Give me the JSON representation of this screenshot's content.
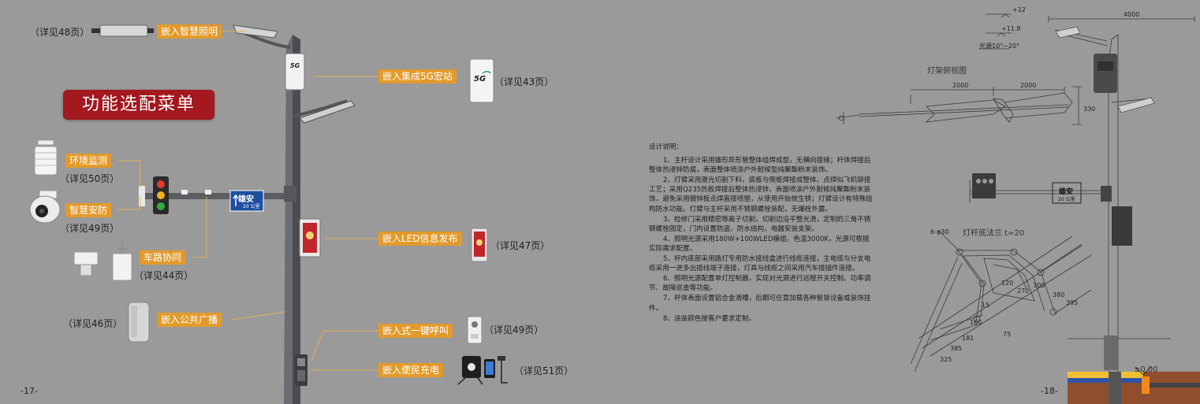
{
  "left_page": {
    "menu_title": "功能选配菜单",
    "page_number": "-17-",
    "features": {
      "lighting": {
        "label": "嵌入智慧照明",
        "ref": "（详见48页）"
      },
      "station5g": {
        "label": "嵌入集成5G宏站",
        "ref": "（详见43页）"
      },
      "env": {
        "label": "环境监测",
        "ref": "（详见50页）"
      },
      "security": {
        "label": "智慧安防",
        "ref": "（详见49页）"
      },
      "v2x": {
        "label": "车路协同",
        "ref": "（详见44页）"
      },
      "led": {
        "label": "嵌入LED信息发布",
        "ref": "（详见47页）"
      },
      "broadcast": {
        "label": "嵌入公共广播",
        "ref": "（详见46页）"
      },
      "call": {
        "label": "嵌入式一键呼叫",
        "ref": "（详见49页）"
      },
      "charging": {
        "label": "嵌入便民充电",
        "ref": "（详见51页）"
      }
    },
    "pole_sign": {
      "name": "雄安",
      "distance": "20 公里"
    },
    "module_5g_text": "5G"
  },
  "right_page": {
    "page_number": "-18-",
    "top_view_title": "灯架俯视图",
    "flange_title": "灯杆底法兰 t=20",
    "design_notes": {
      "title": "设计说明：",
      "items": [
        "1、主杆设计采用锥形异形管整体组焊成型，无横向接缝；杆体焊接后整体热浸锌防腐，表面整体喷涂户外耐候型纯聚酯粉末装饰。",
        "2、灯臂采用激光切割下料，底板与侧板焊接成整体。点焊似飞机铆接工艺；采用Q235热板焊接后整体热浸锌，表面喷涂户外耐候纯聚酯粉末装饰，避免采用镀锌板点焊直接喷塑，从使用开始就生锈；灯臂设计有特殊结构防水功能。灯臂与主杆采用不锈钢螺栓装配，无爆栓外露。",
        "3、检修门采用精密等离子切割，切割边沿平整光滑，定制的三角不锈钢螺栓固定，门内设置防盗、防水结构，电器安装支架。",
        "4、照明光源采用180W+100WLED模组，色温3000K，光源可根据实际需求配置。",
        "5、杆内底部采用路灯专用防水接线盒进行线缆连接，主电缆与分支电缆采用一进多出接线端子连接，灯具与线缆之间采用汽车接插件连接。",
        "6、照明光源配置单灯控制器，实现对光源进行远程开关控制、功率调节、故障巡查等功能。",
        "7、杆体表面设置铝合金滑槽，后期可任意加载各种智慧设备或装饰挂件。",
        "8、涂装颜色按客户要求定制。"
      ]
    },
    "elevation": {
      "top_mark": "+12",
      "second_mark": "+11.8",
      "angle_note": "光源10°~20°",
      "arm_length": "4000",
      "ground": "±0.00",
      "sign_name": "雄安",
      "sign_distance": "20 公里"
    },
    "top_view": {
      "left_dim": "2000",
      "right_dim": "2000",
      "side_dim": "330"
    },
    "flange": {
      "bolt_note": "6-φ30",
      "dims": [
        "300",
        "270",
        "120",
        "15",
        "160",
        "181",
        "75",
        "325",
        "385",
        "380",
        "395"
      ]
    }
  }
}
